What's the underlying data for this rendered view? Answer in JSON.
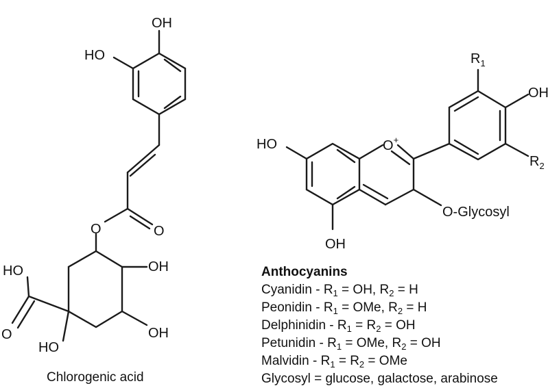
{
  "chlorogenic": {
    "name": "Chlorogenic acid",
    "oh_top": "OH",
    "ho_ring": "HO",
    "ester_o": "O",
    "carbonyl_o": "O",
    "oh_right1": "OH",
    "oh_right2": "OH",
    "ho_acid": "HO",
    "acid_o": "O",
    "ho_bottom": "HO"
  },
  "anthocyanin": {
    "r1": "R",
    "r1_sub": "1",
    "oh_right": "OH",
    "r2": "R",
    "r2_sub": "2",
    "ho_left": "HO",
    "o_plus": "O",
    "plus": "+",
    "o_glycosyl": "O-Glycosyl",
    "oh_bottom": "OH"
  },
  "legend": {
    "title": "Anthocyanins",
    "lines": [
      {
        "name": "Cyanidin",
        "a": " - R",
        "b": " = OH, R",
        "c": " = H"
      },
      {
        "name": "Peonidin",
        "a": " - R",
        "b": " = OMe, R",
        "c": " = H"
      },
      {
        "name": "Delphinidin",
        "a": " - R",
        "b": " = R",
        "c": " = OH"
      },
      {
        "name": "Petunidin",
        "a": " - R",
        "b": " = OMe, R",
        "c": " = OH"
      },
      {
        "name": "Malvidin",
        "a": " - R",
        "b": " = R",
        "c": " = OMe"
      }
    ],
    "glycosyl": "Glycosyl = glucose, galactose, arabinose"
  }
}
